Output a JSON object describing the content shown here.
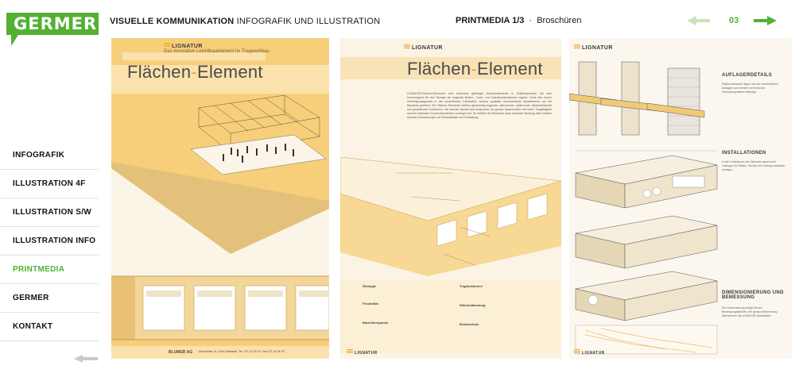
{
  "header": {
    "logo": "GERMER",
    "title_bold": "VISUELLE KOMMUNIKATION",
    "title_rest": "INFOGRAFIK UND ILLUSTRATION",
    "section_bold": "PRINTMEDIA 1/3",
    "section_sep": "·",
    "section_rest": "Broschüren",
    "page_number": "03",
    "accent": "#52b032"
  },
  "nav": {
    "items": [
      {
        "label": "INFOGRAFIK",
        "active": false
      },
      {
        "label": "ILLUSTRATION 4F",
        "active": false
      },
      {
        "label": "ILLUSTRATION S/W",
        "active": false
      },
      {
        "label": "ILLUSTRATION INFO",
        "active": false
      },
      {
        "label": "PRINTMEDIA",
        "active": true
      },
      {
        "label": "GERMER",
        "active": false
      },
      {
        "label": "KONTAKT",
        "active": false
      }
    ]
  },
  "brochure": {
    "brand": "LIGNATUR",
    "cover": {
      "subtitle": "Das innovative Leichtbauelement im Tragwerkbau",
      "title_a": "Flächen",
      "title_dash": "-",
      "title_b": "Element",
      "footer_company": "BLUMER AG",
      "footer_address": "Moosfeldle 14,  9104 Waldstatt,  Tel. 071 52 50 16,  Fax 071 52 56 76"
    },
    "inner": {
      "title_a": "Flächen",
      "title_dash": "-",
      "title_b": "Element",
      "intro": "LIGNATUR-Flächen-Elemente sind industriell gefertigte Holzbauelemente in Zellenbauweise, die sich hervorragend für den Einsatz als tragende Boden-, Dach- und Wandkonstruktionen eignen. Dank des hohen Vorfertigungsgrades in der kontrollierten Fabrikation werden qualitativ hochstehende Bauelemente auf die Baustelle geliefert. Die Flächen-Elemente erfüllen gleichzeitig tragende, dämmende, radiierende, flächenbildende und gestaltende Funktionen. Sie werden überall dort eingesetzt, wo grosse Spannweiten mit hoher Tragfähigkeit und bei minimaler Konstruktionshöhe verlangt sind. So erfüllen die Elemente dank optimaler Nutzung aller Vorteile höchste Anforderungen an Raumakustik und Gestaltung.",
      "col1_head_1": "Ökologie",
      "col1_head_2": "Flexibilität",
      "col1_head_3": "Bauzeitersparnis",
      "col2_head_1": "Tragfunktionen",
      "col2_head_2": "Wärmedämmung",
      "col2_head_3": "Brandschutz"
    },
    "details": {
      "head_1": "AUFLAGERDETAILS",
      "text_1": "Flächenelemente liegen satt auf verschiedenen Auflagern und werden mit einfachen Verbindungsmitteln befestigt.",
      "head_2": "INSTALLATIONEN",
      "text_2": "In den Hohlräumen der Elemente lassen sich Leitungen für Elektro, Sanitär und Lüftung unsichtbar verlegen.",
      "head_3": "DIMENSIONIERUNG UND BEMESSUNG",
      "text_3": "Die Vorbemessung erfolgt mit den Bemessungstabellen; die genaue Berechnung übernehmen die LIGNATUR-Spezialisten."
    }
  }
}
